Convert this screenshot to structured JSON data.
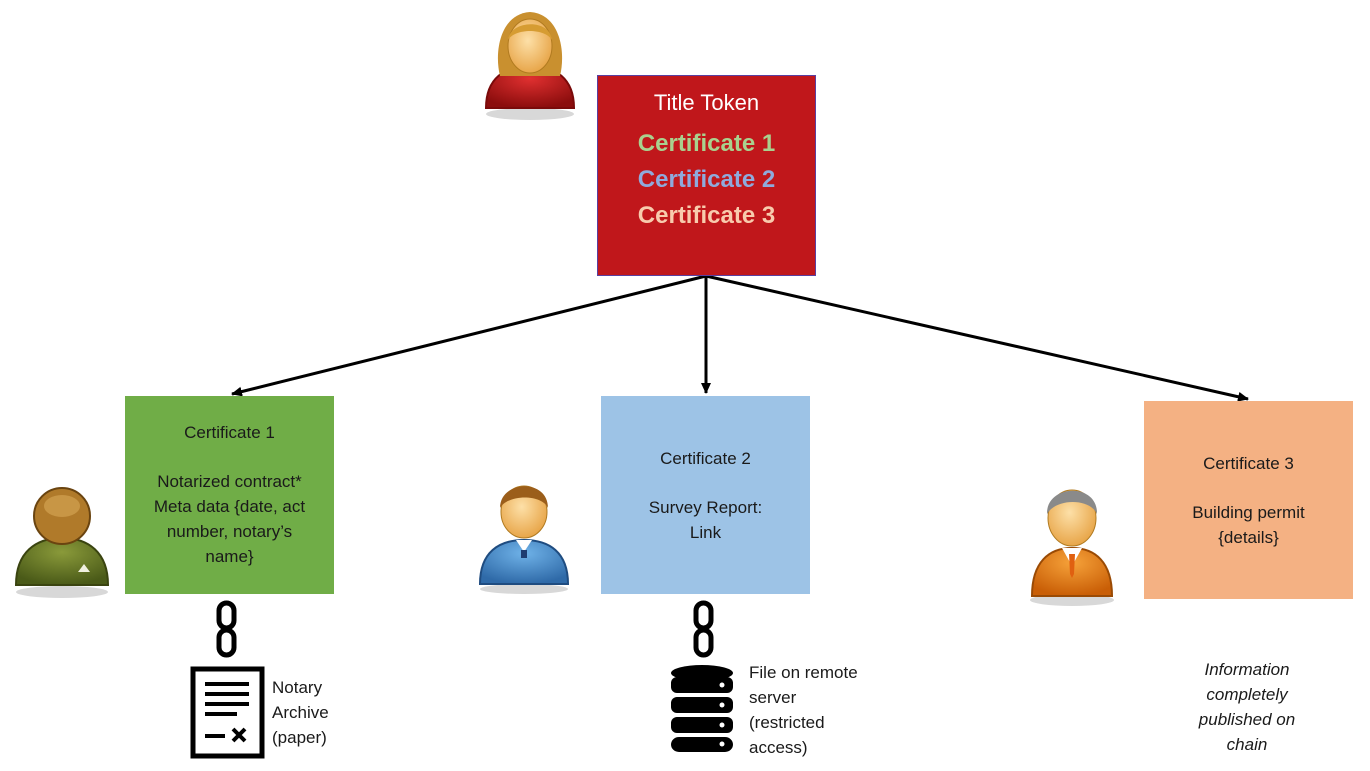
{
  "title_token": {
    "title": "Title Token",
    "certificates": [
      {
        "label": "Certificate 1",
        "color": "#a9d18e"
      },
      {
        "label": "Certificate 2",
        "color": "#8faadc"
      },
      {
        "label": "Certificate 3",
        "color": "#f8cbad"
      }
    ]
  },
  "cert1": {
    "heading": "Certificate 1",
    "lines": [
      "Notarized contract*",
      "Meta data {date, act",
      "number, notary’s",
      "name}"
    ],
    "color": "#70ad47"
  },
  "cert2": {
    "heading": "Certificate 2",
    "lines": [
      "Survey Report:",
      "Link"
    ],
    "color": "#9dc3e6"
  },
  "cert3": {
    "heading": "Certificate 3",
    "lines": [
      "Building permit",
      "{details}"
    ],
    "color": "#f4b183"
  },
  "notes": {
    "notary": [
      "Notary",
      "Archive",
      "(paper)"
    ],
    "server": [
      "File on remote",
      "server",
      "(restricted",
      "access)"
    ],
    "chain": [
      "Information",
      "completely",
      "published on",
      "chain"
    ]
  },
  "icons": {
    "owner": "woman-avatar-icon",
    "notary": "man-avatar-icon",
    "surveyor": "man-avatar-icon",
    "official": "businessman-avatar-icon",
    "link": "chain-link-icon",
    "document": "document-icon",
    "database": "database-icon"
  }
}
